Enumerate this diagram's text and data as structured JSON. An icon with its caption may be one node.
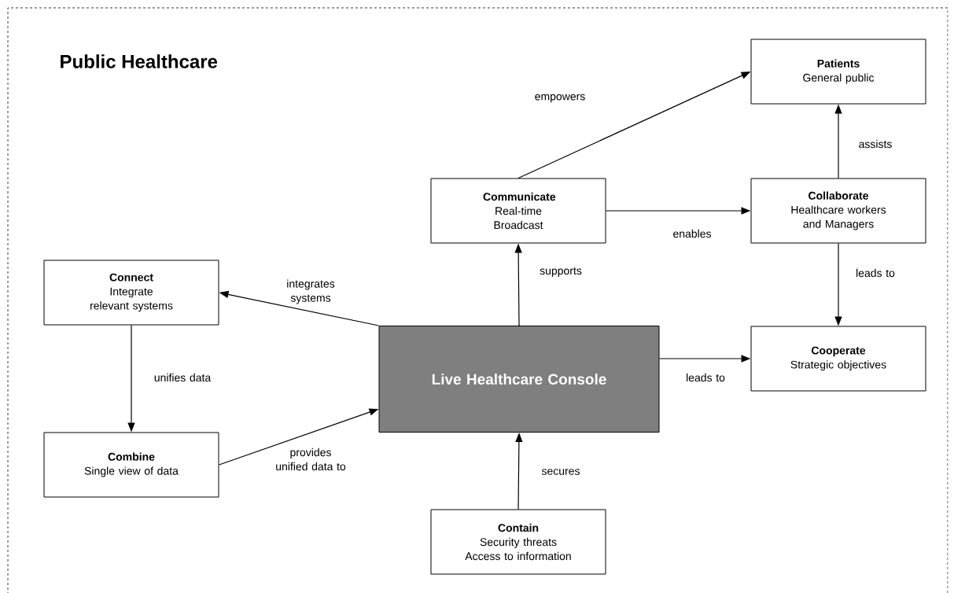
{
  "diagram": {
    "title": "Public Healthcare",
    "nodes": [
      {
        "text": [
          "Patients",
          "General public"
        ]
      },
      {
        "text": [
          "Communicate",
          "Real-time Broadcast"
        ]
      },
      {
        "text": [
          "Collaborate",
          "Healthcare workers and Managers"
        ]
      },
      {
        "text": [
          "Connect",
          "Integrate relevant systems"
        ]
      },
      {
        "text": [
          "Live Healthcare Console"
        ]
      },
      {
        "text": [
          "Cooperate",
          "Strategic objectives"
        ]
      },
      {
        "text": [
          "Combine",
          "Single view of data"
        ]
      },
      {
        "text": [
          "Contain",
          "Security threats",
          "Access to information"
        ]
      }
    ],
    "edges": [
      {
        "from": 1,
        "to": 0,
        "arrow": "to",
        "label": "empowers"
      },
      {
        "from": 1,
        "to": 2,
        "arrow": "to",
        "label": "enables"
      },
      {
        "from": 2,
        "to": 0,
        "arrow": "to",
        "label": "assists"
      },
      {
        "from": 2,
        "to": 5,
        "arrow": "to",
        "label": "leads to"
      },
      {
        "from": 4,
        "to": 3,
        "arrow": "to",
        "label": "integrates systems"
      },
      {
        "from": 4,
        "to": 1,
        "arrow": "to",
        "label": "supports"
      },
      {
        "from": 4,
        "to": 5,
        "arrow": "to",
        "label": "leads to"
      },
      {
        "from": 3,
        "to": 6,
        "arrow": "to",
        "label": "unifies data"
      },
      {
        "from": 6,
        "to": 4,
        "arrow": "to",
        "label": "provides unified data to"
      },
      {
        "from": 7,
        "to": 4,
        "arrow": "to",
        "label": "secures"
      }
    ]
  }
}
